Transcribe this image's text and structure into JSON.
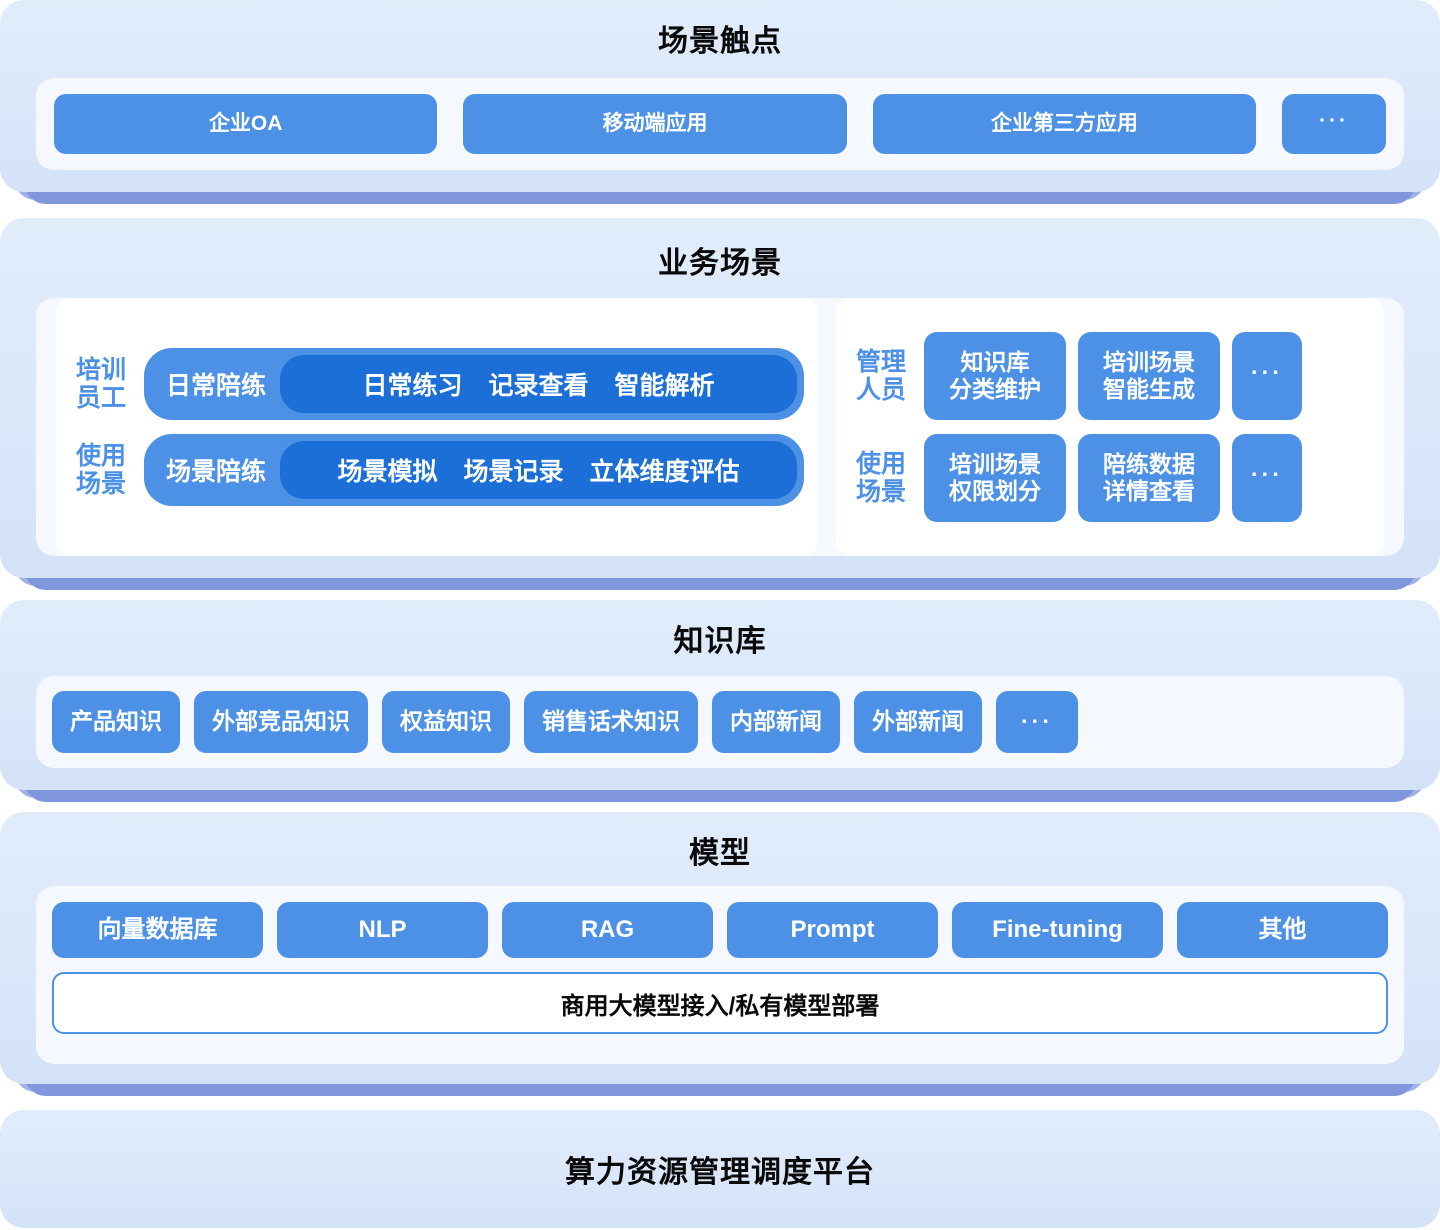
{
  "colors": {
    "chip": "#4d91e6",
    "chip_inner": "#1c6fd6",
    "band": "#dce9fa",
    "panel": "#f5f9ff",
    "plate": "#8097dd",
    "title": "#0a0a0a",
    "side_label": "#4d91e6"
  },
  "sections": {
    "touchpoints": {
      "title": "场景触点",
      "chips": [
        "企业OA",
        "移动端应用",
        "企业第三方应用",
        "···"
      ]
    },
    "business": {
      "title": "业务场景",
      "left_group": {
        "rows": [
          {
            "side_label": "培训\n员工",
            "lead": "日常陪练",
            "items": [
              "日常练习",
              "记录查看",
              "智能解析"
            ]
          },
          {
            "side_label": "使用\n场景",
            "lead": "场景陪练",
            "items": [
              "场景模拟",
              "场景记录",
              "立体维度评估"
            ]
          }
        ]
      },
      "right_group": {
        "rows": [
          {
            "side_label": "管理\n人员",
            "chips": [
              "知识库\n分类维护",
              "培训场景\n智能生成",
              "···"
            ]
          },
          {
            "side_label": "使用\n场景",
            "chips": [
              "培训场景\n权限划分",
              "陪练数据\n详情查看",
              "···"
            ]
          }
        ]
      }
    },
    "knowledge": {
      "title": "知识库",
      "chips": [
        "产品知识",
        "外部竞品知识",
        "权益知识",
        "销售话术知识",
        "内部新闻",
        "外部新闻",
        "···"
      ]
    },
    "model": {
      "title": "模型",
      "chips": [
        "向量数据库",
        "NLP",
        "RAG",
        "Prompt",
        "Fine-tuning",
        "其他"
      ],
      "bar_label": "商用大模型接入/私有模型部署"
    },
    "compute": {
      "title": "算力资源管理调度平台"
    }
  }
}
